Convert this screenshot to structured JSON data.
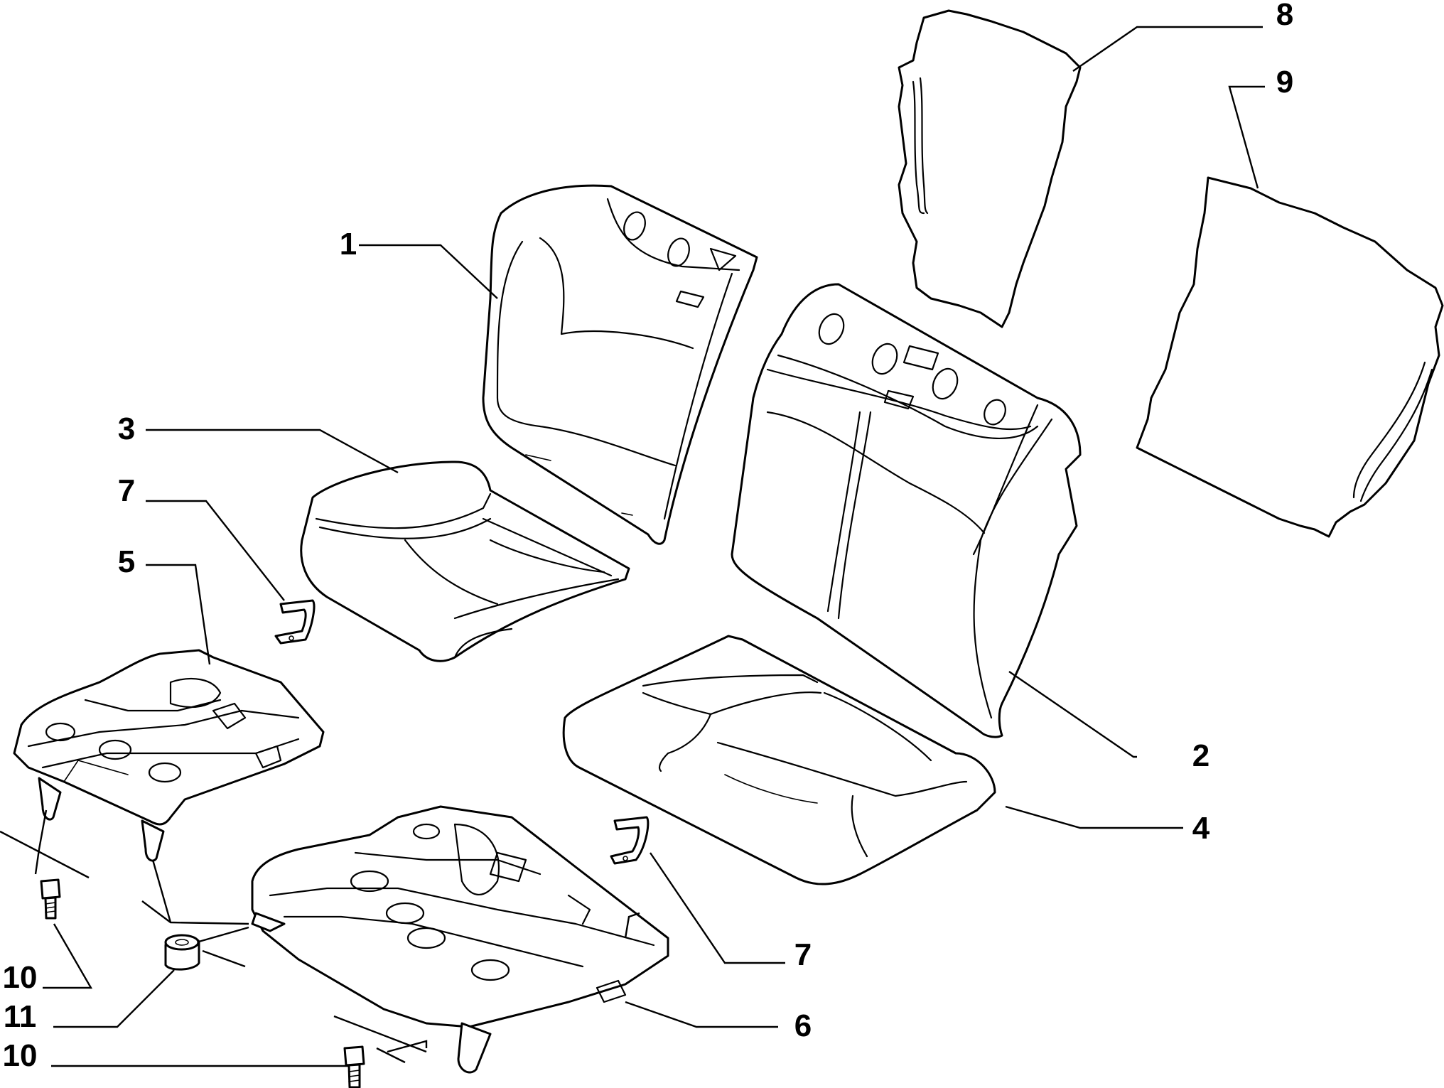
{
  "diagram": {
    "callouts": [
      {
        "id": "c1",
        "label": "1"
      },
      {
        "id": "c2",
        "label": "2"
      },
      {
        "id": "c3",
        "label": "3"
      },
      {
        "id": "c4",
        "label": "4"
      },
      {
        "id": "c5",
        "label": "5"
      },
      {
        "id": "c6",
        "label": "6"
      },
      {
        "id": "c7a",
        "label": "7"
      },
      {
        "id": "c7b",
        "label": "7"
      },
      {
        "id": "c8",
        "label": "8"
      },
      {
        "id": "c9",
        "label": "9"
      },
      {
        "id": "c10a",
        "label": "10"
      },
      {
        "id": "c10b",
        "label": "10"
      },
      {
        "id": "c11",
        "label": "11"
      }
    ]
  }
}
